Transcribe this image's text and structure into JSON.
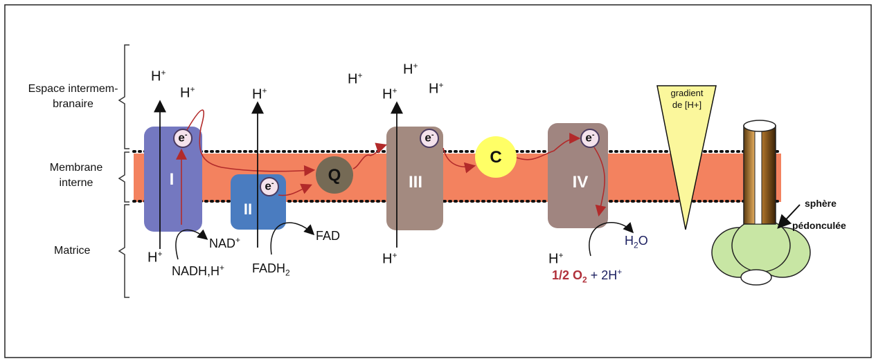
{
  "regions": {
    "intermembrane": [
      "Espace intermem-",
      "branaire"
    ],
    "membrane": [
      "Membrane",
      "interne"
    ],
    "matrix": "Matrice"
  },
  "complexes": {
    "I": "I",
    "II": "II",
    "Q": "Q",
    "III": "III",
    "C": "C",
    "IV": "IV"
  },
  "electron": "e",
  "electron_sup": "-",
  "proton": {
    "base": "H",
    "sup": "+"
  },
  "substrates": {
    "nadh": "NADH,H",
    "nadh_sup": "+",
    "nad": "NAD",
    "nad_sup": "+",
    "fadh2_base": "FADH",
    "fadh2_sub": "2",
    "fad": "FAD",
    "water_h": "H",
    "water_sub": "2",
    "water_o": "O",
    "oxygen_half": "1/2 O",
    "oxygen_sub": "2",
    "oxygen_rest": " + 2H",
    "oxygen_sup": "+"
  },
  "gradient": [
    "gradient",
    "de [H+]"
  ],
  "atp_synthase": [
    "sphère",
    "pédonculée"
  ],
  "colors": {
    "membrane": "#f3825f",
    "complex_I": "#7478c0",
    "complex_II": "#4a7cc0",
    "complex_III": "#a38a80",
    "complex_IV": "#a08580",
    "Q": "#756a55",
    "C": "#ffff66",
    "gradient": "#fbf79c",
    "sphere": "#c8e6a4",
    "arrow_red": "#b22a2a"
  }
}
